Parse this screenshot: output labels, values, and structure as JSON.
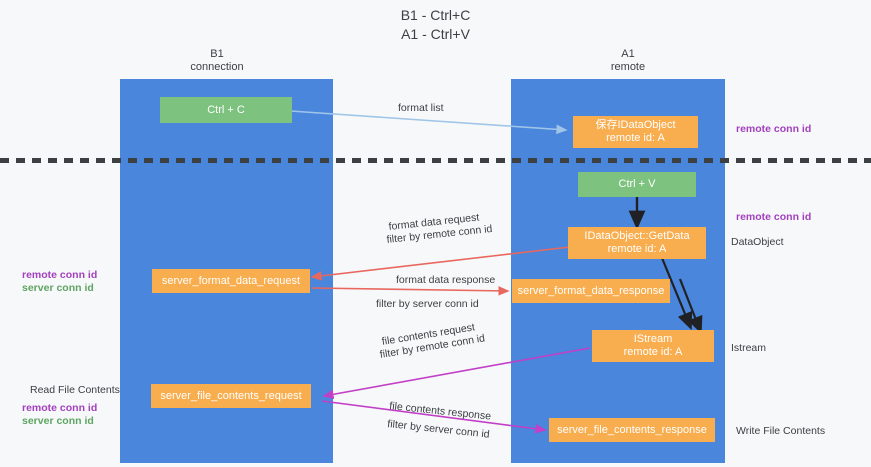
{
  "title": {
    "line1": "B1 - Ctrl+C",
    "line2": "A1 - Ctrl+V"
  },
  "lanes": [
    {
      "id": "b1",
      "title": "B1",
      "subtitle": "connection",
      "color": "#4a86db"
    },
    {
      "id": "a1",
      "title": "A1",
      "subtitle": "remote",
      "color": "#4a86db"
    }
  ],
  "colors": {
    "lane": "#4a86db",
    "green_node": "#7dc37f",
    "orange_node": "#f8ad4e",
    "purple": "#a33fbf",
    "green_text": "#5fa463",
    "magenta": "#b93fc0",
    "arrow_blue": "#9fc5e8",
    "arrow_red": "#e8685f",
    "arrow_black": "#202124",
    "arrow_magenta": "#c23fc8",
    "dash": "#3c4043"
  },
  "nodes": {
    "ctrl_c": {
      "label": "Ctrl + C"
    },
    "ctrl_v": {
      "label": "Ctrl + V"
    },
    "save_idataobject": {
      "line1": "保存IDataObject",
      "line2": "remote id: A"
    },
    "getdata": {
      "line1": "IDataObject::GetData",
      "line2": "remote id: A"
    },
    "istream": {
      "line1": "IStream",
      "line2": "remote id: A"
    },
    "server_format_data_request": {
      "label": "server_format_data_request"
    },
    "server_format_data_response": {
      "label": "server_format_data_response"
    },
    "server_file_contents_request": {
      "label": "server_file_contents_request"
    },
    "server_file_contents_response": {
      "label": "server_file_contents_response"
    }
  },
  "edge_labels": {
    "format_list": "format list",
    "format_data_request": "format data request",
    "format_data_request_filter_prefix": "filter by ",
    "format_data_request_filter_key": "remote conn id",
    "format_data_response": "format data response",
    "format_data_response_filter_prefix": "filter by ",
    "format_data_response_filter_key": "server conn id",
    "file_contents_request": "file contents request",
    "file_contents_request_filter_prefix": "filter by ",
    "file_contents_request_filter_key": "remote conn id",
    "file_contents_response": "file contents response",
    "file_contents_response_filter_prefix": "filter by ",
    "file_contents_response_filter_key": "server conn id"
  },
  "side_labels": {
    "right_remote_conn_id_top": "remote conn id",
    "right_remote_conn_id_mid": "remote conn id",
    "right_dataobject": "DataObject",
    "right_istream": "Istream",
    "right_write_file_contents": "Write File Contents",
    "left_remote_conn_id_mid": "remote conn id",
    "left_server_conn_id_mid": "server conn id",
    "left_read_file_contents": "Read File Contents",
    "left_remote_conn_id_bottom": "remote conn id",
    "left_server_conn_id_bottom": "server conn id"
  }
}
